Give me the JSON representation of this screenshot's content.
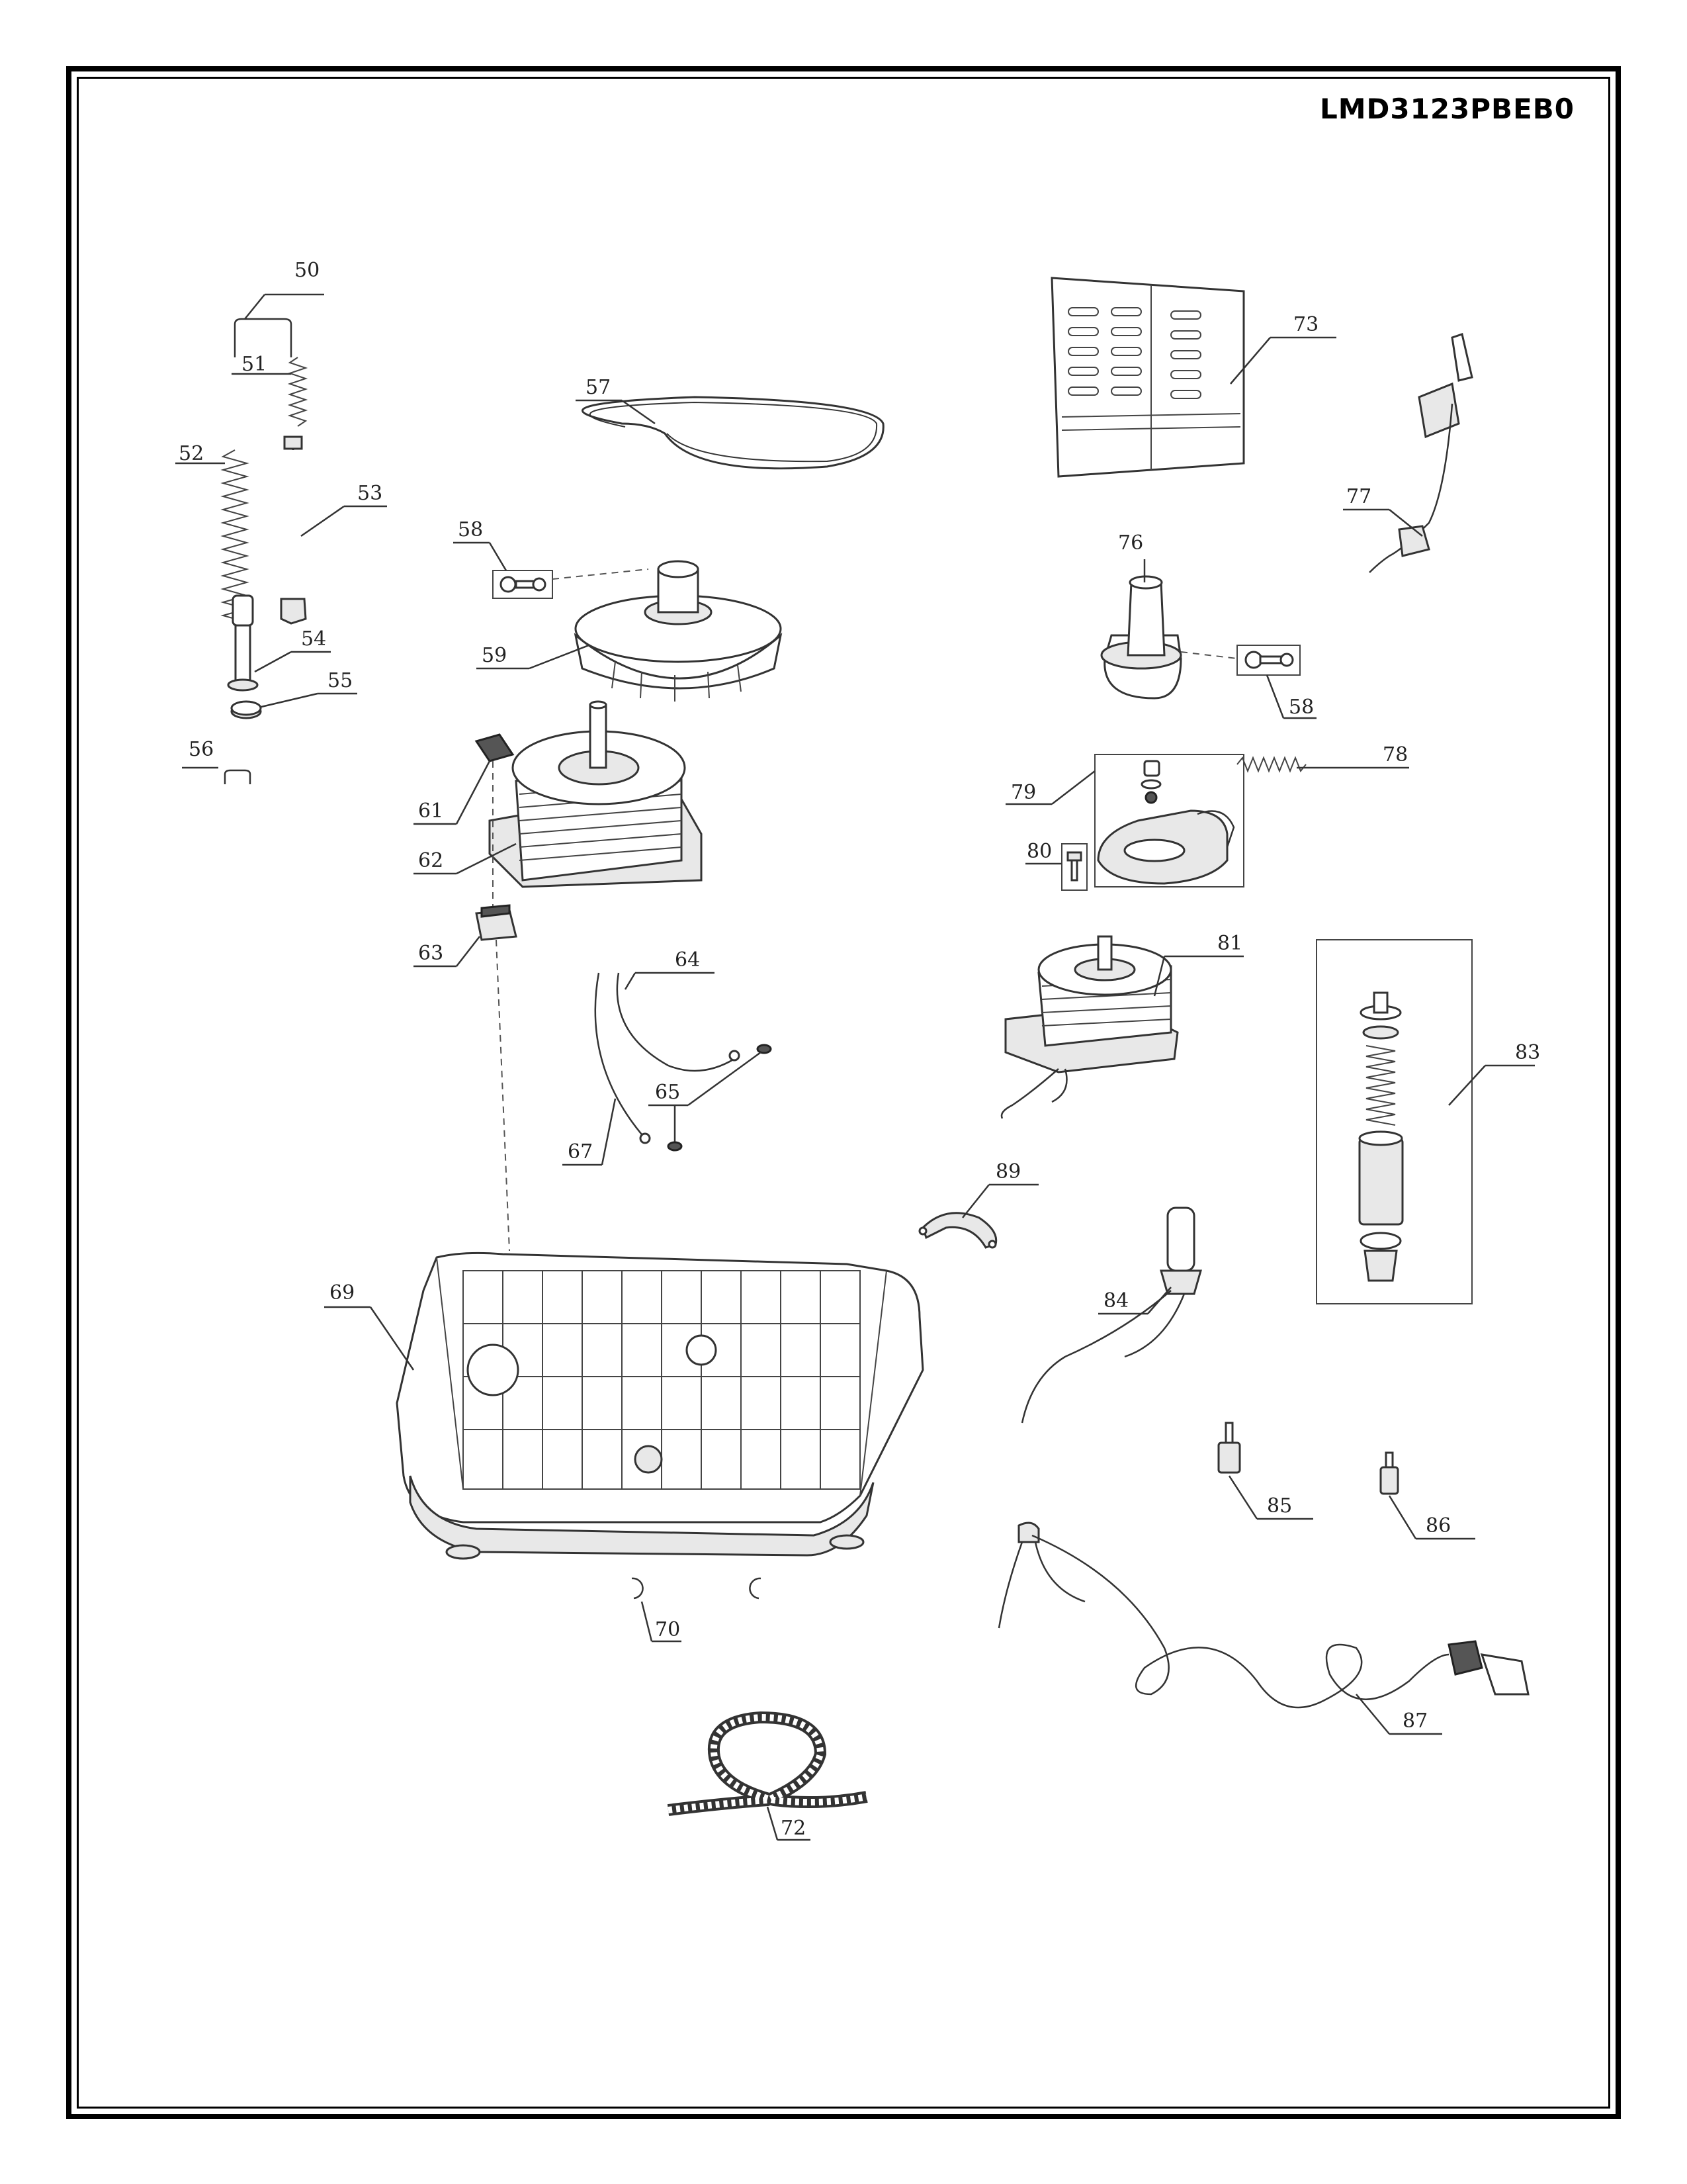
{
  "model_number": "LMD3123PBEB0",
  "callouts": [
    "50",
    "51",
    "52",
    "53",
    "54",
    "55",
    "56",
    "57",
    "58",
    "59",
    "61",
    "62",
    "63",
    "64",
    "65",
    "67",
    "69",
    "70",
    "72",
    "73",
    "76",
    "58",
    "77",
    "78",
    "79",
    "80",
    "81",
    "83",
    "84",
    "85",
    "86",
    "87",
    "89"
  ]
}
